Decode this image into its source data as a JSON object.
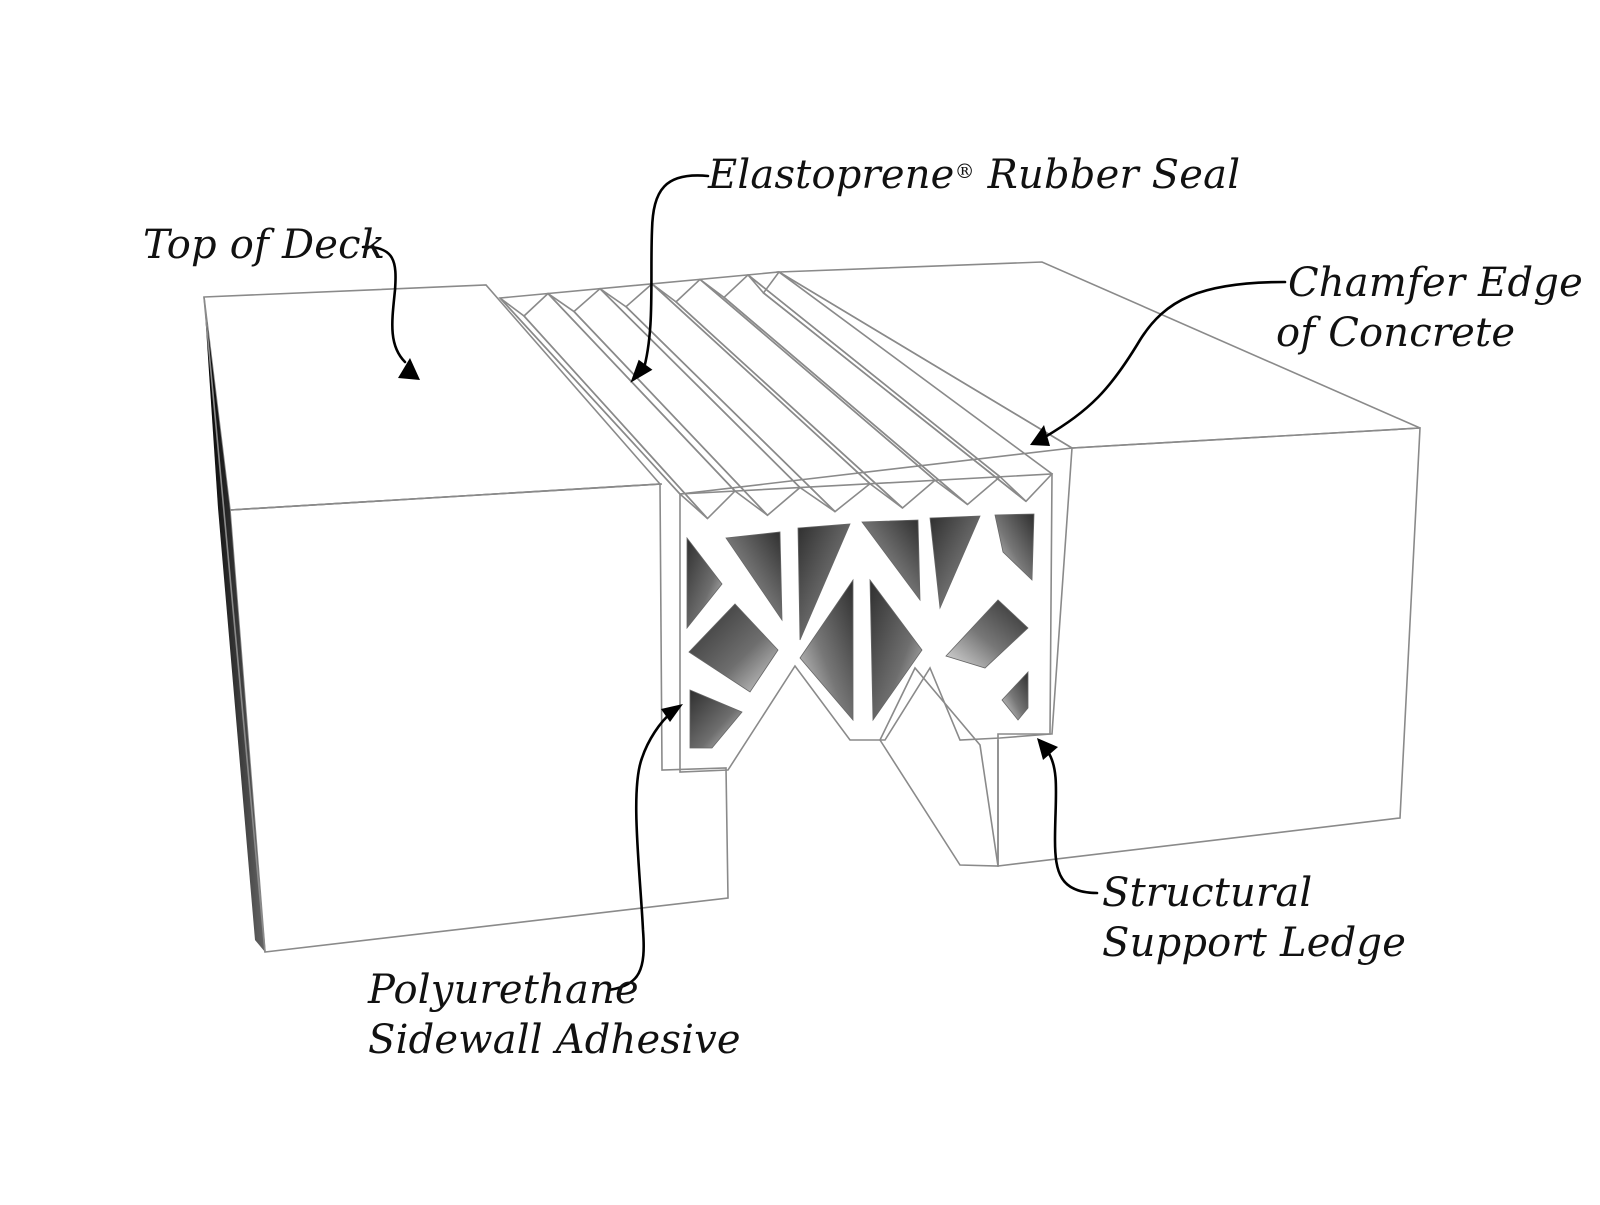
{
  "diagram": {
    "title": "Expansion joint seal assembly",
    "colors": {
      "background": "#ffffff",
      "edge": "#8a8a8a",
      "leader": "#000000",
      "cell_dark": "#3e3e3e",
      "cell_light": "#d8d8d8",
      "ledge_face": "#d6d6d6",
      "seal_ridge": "#e6e6e6"
    },
    "labels": {
      "seal": {
        "text": "Elastoprene",
        "mark": "®",
        "suffix": " Rubber Seal"
      },
      "top_of_deck": {
        "lines": [
          "Top of Deck"
        ]
      },
      "chamfer": {
        "lines": [
          "Chamfer Edge",
          "of Concrete"
        ]
      },
      "adhesive": {
        "lines": [
          "Polyurethane",
          "Sidewall Adhesive"
        ]
      },
      "ledge": {
        "lines": [
          "Structural",
          "Support Ledge"
        ]
      }
    },
    "components": [
      "left-concrete-block",
      "right-concrete-block",
      "rubber-seal-top-ridges",
      "rubber-seal-cellular-web",
      "structural-support-ledge"
    ]
  }
}
